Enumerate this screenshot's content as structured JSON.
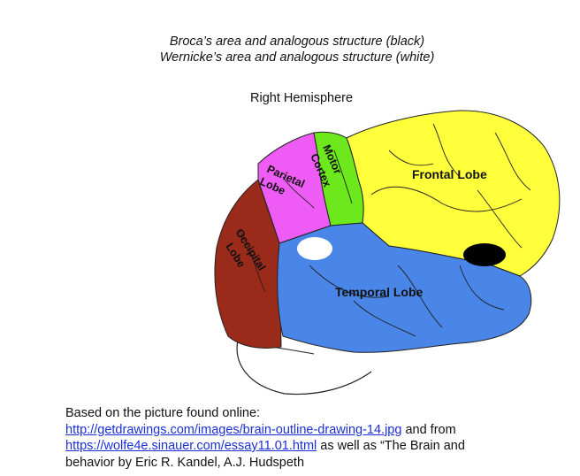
{
  "captions": {
    "black": "Broca’s area and analogous structure (black)",
    "white": "Wernicke’s area and analogous structure (white)"
  },
  "title": "Right Hemisphere",
  "lobes": {
    "frontal": "Frontal Lobe",
    "temporal": "Temporal Lobe",
    "parietal_1": "Parietal",
    "parietal_2": "Lobe",
    "motor_1": "Motor",
    "motor_2": "Cortex",
    "occipital_1": "Occipital",
    "occipital_2": "Lobe"
  },
  "colors": {
    "frontal": "#ffff3c",
    "temporal": "#4a86e8",
    "parietal": "#ee5cf5",
    "motor": "#6ce81c",
    "occipital": "#9a2a1a",
    "broca": "#000000",
    "wernicke": "#ffffff"
  },
  "footer": {
    "intro": "Based on the picture found online:",
    "link1": "http://getdrawings.com/images/brain-outline-drawing-14.jpg",
    "and_from": " and from",
    "link2": "https://wolfe4e.sinauer.com/essay11.01.html",
    "tail1": " as well as “The Brain and",
    "tail2": "behavior by Eric R. Kandel, A.J. Hudspeth"
  }
}
